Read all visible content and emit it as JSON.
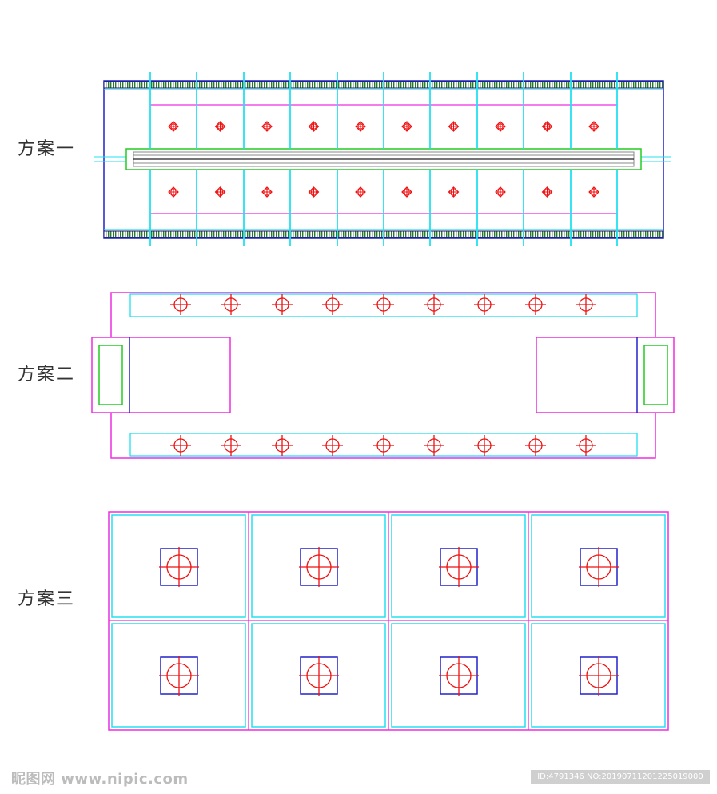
{
  "labels": {
    "scheme1": "方案一",
    "scheme2": "方案二",
    "scheme3": "方案三"
  },
  "watermark": {
    "site": "昵图网 www.nipic.com",
    "id": "ID:4791346 NO:20190711201225019000"
  },
  "colors": {
    "cyan": "#22e0f0",
    "magenta": "#ee2ee0",
    "red": "#ee1111",
    "blue": "#2222cc",
    "green": "#22cc22",
    "navy": "#1a1a7a",
    "grey": "#888888"
  },
  "scheme1": {
    "bays_per_row": 10,
    "rows": 2
  },
  "scheme2": {
    "markers_per_row": 9,
    "rows": 2
  },
  "scheme3": {
    "columns": 4,
    "rows": 2
  }
}
